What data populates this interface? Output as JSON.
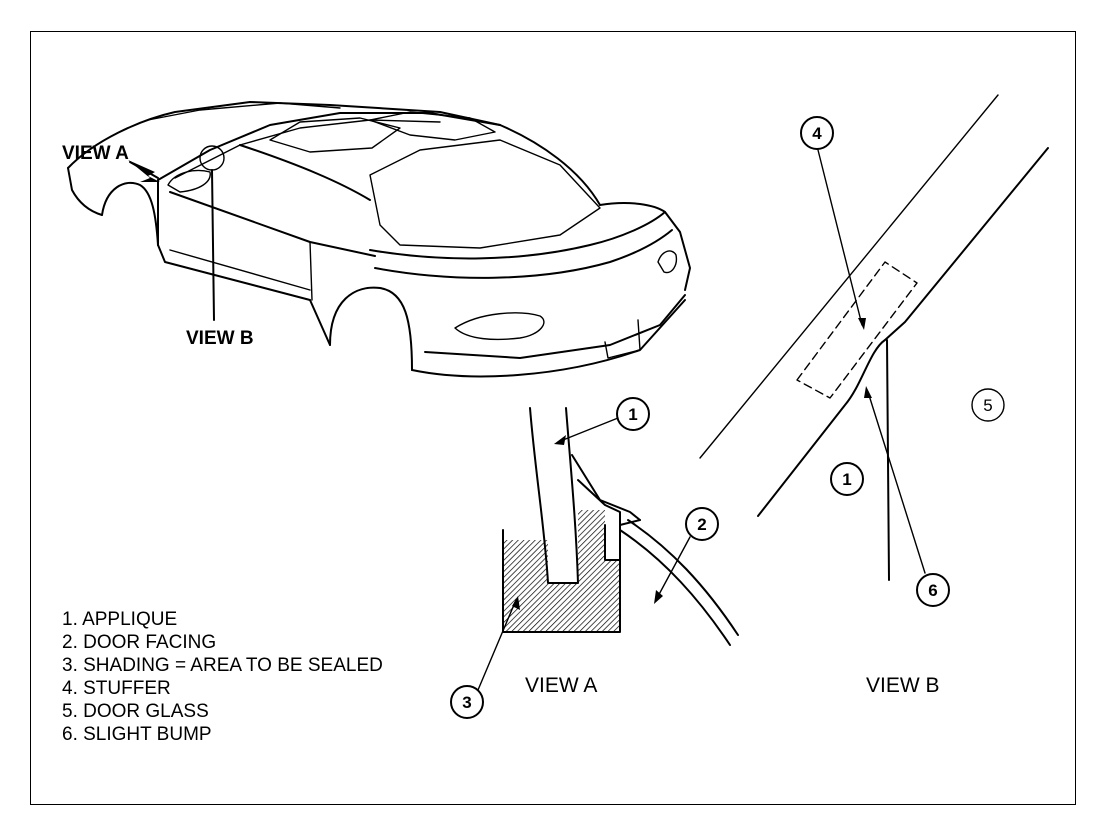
{
  "car_labels": {
    "view_a": "VIEW A",
    "view_b": "VIEW B"
  },
  "view_captions": {
    "view_a": "VIEW A",
    "view_b": "VIEW B"
  },
  "callouts": {
    "c1_view_a": "1",
    "c2_view_a": "2",
    "c3_view_a": "3",
    "c4_view_b": "4",
    "c5_view_b": "5",
    "c1_view_b": "1",
    "c6_view_b": "6"
  },
  "legend": [
    "1. APPLIQUE",
    "2. DOOR FACING",
    "3. SHADING = AREA TO BE SEALED",
    "4. STUFFER",
    "5. DOOR GLASS",
    "6. SLIGHT BUMP"
  ]
}
